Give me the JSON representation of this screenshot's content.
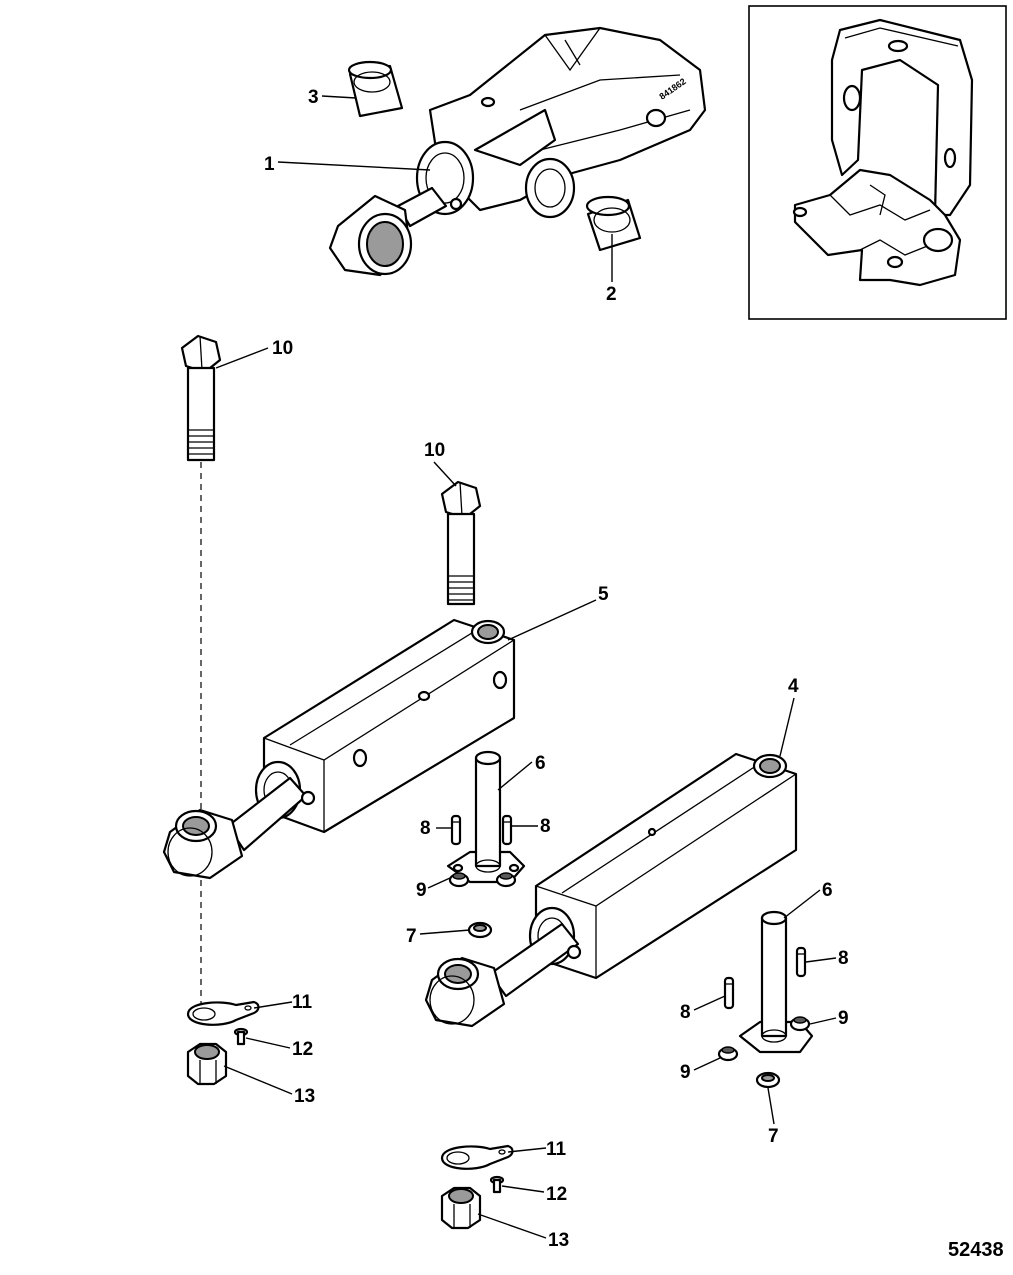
{
  "diagram": {
    "part_stamp": "841862",
    "reference_number": "52438",
    "callouts": {
      "c1": "1",
      "c2": "2",
      "c3": "3",
      "c4": "4",
      "c5": "5",
      "c6a": "6",
      "c6b": "6",
      "c7a": "7",
      "c7b": "7",
      "c8a": "8",
      "c8b": "8",
      "c8c": "8",
      "c8d": "8",
      "c9a": "9",
      "c9b": "9",
      "c9c": "9",
      "c10a": "10",
      "c10b": "10",
      "c11a": "11",
      "c11b": "11",
      "c12a": "12",
      "c12b": "12",
      "c13a": "13",
      "c13b": "13"
    }
  }
}
